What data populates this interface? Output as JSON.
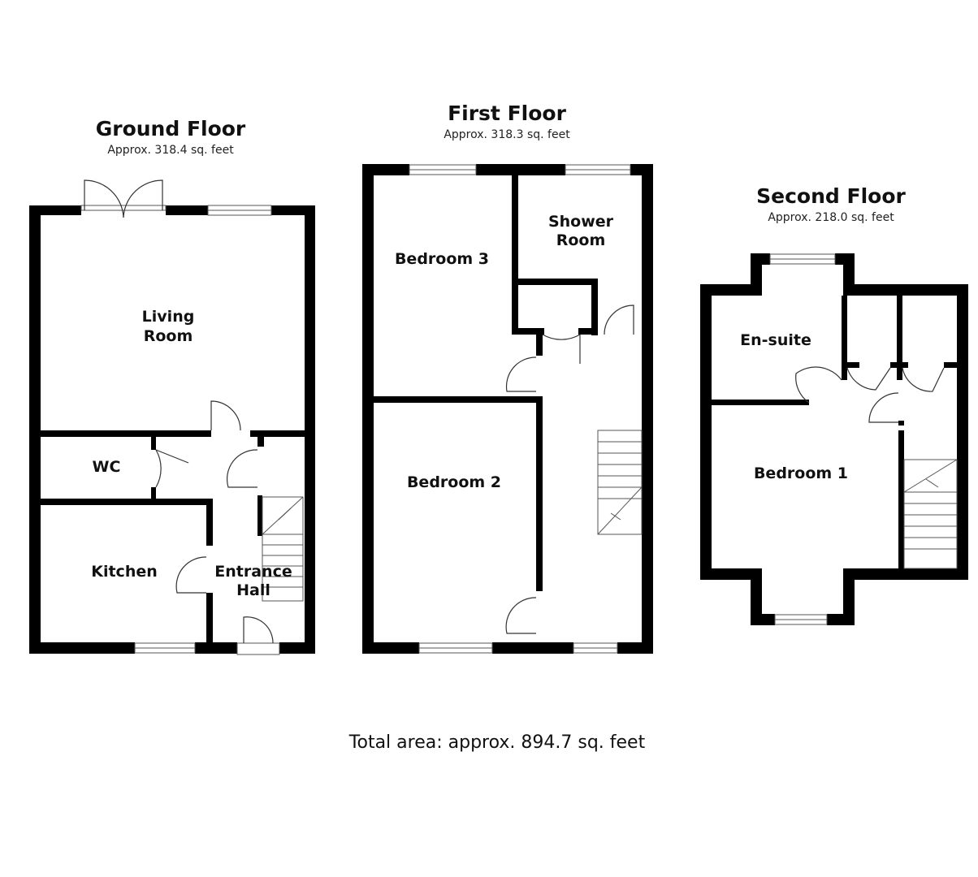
{
  "floors": {
    "ground": {
      "title": "Ground Floor",
      "area": "Approx. 318.4 sq. feet"
    },
    "first": {
      "title": "First Floor",
      "area": "Approx. 318.3 sq. feet"
    },
    "second": {
      "title": "Second Floor",
      "area": "Approx. 218.0 sq. feet"
    }
  },
  "rooms": {
    "living_1": "Living",
    "living_2": "Room",
    "wc": "WC",
    "kitchen": "Kitchen",
    "hall_1": "Entrance",
    "hall_2": "Hall",
    "bedroom3": "Bedroom 3",
    "shower_1": "Shower",
    "shower_2": "Room",
    "bedroom2": "Bedroom 2",
    "ensuite": "En-suite",
    "bedroom1": "Bedroom 1"
  },
  "total": "Total area: approx. 894.7 sq. feet"
}
